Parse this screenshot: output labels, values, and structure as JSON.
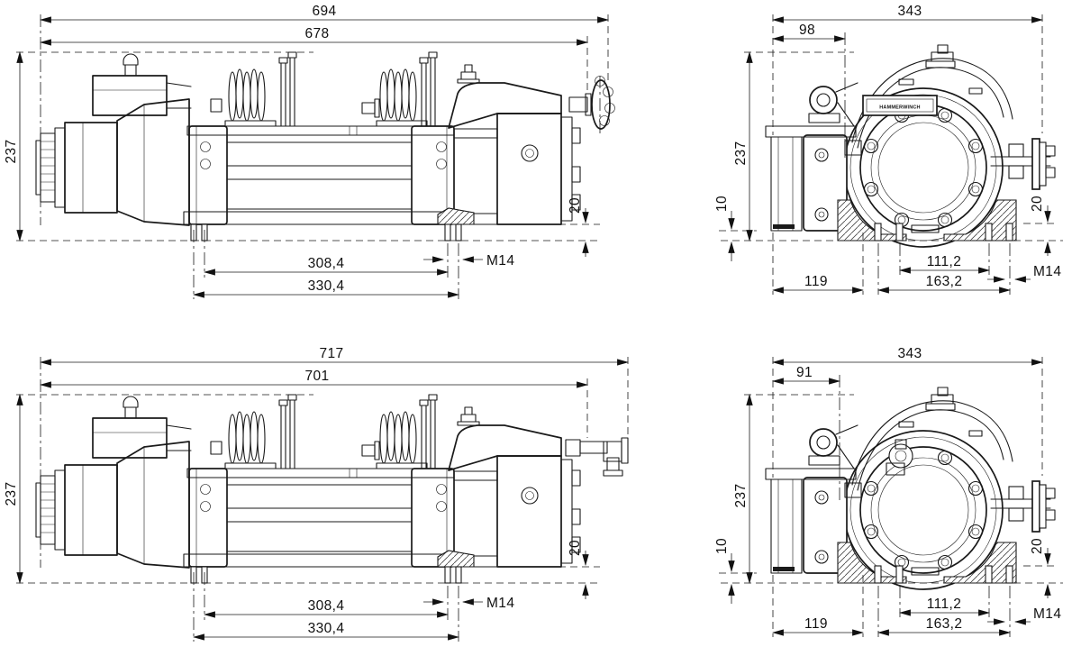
{
  "style": {
    "background": "#ffffff",
    "line_color": "#1a1a1a"
  },
  "views": {
    "side_a": {
      "label": "side-view-manual-clutch",
      "dims": {
        "overall": "694",
        "frame": "678",
        "height": "237",
        "drum_feet_span": "308,4",
        "outer_feet_span": "330,4",
        "stud_thread": "M14",
        "stud_length": "20"
      }
    },
    "end_a": {
      "label": "end-view-manual-clutch",
      "nameplate": "HAMMERWINCH",
      "dims": {
        "overall": "343",
        "motor_offset": "98",
        "height": "237",
        "base_gap": "10",
        "stud_length": "20",
        "feet_span_inner": "111,2",
        "feet_span_outer": "163,2",
        "bracket_width": "119",
        "stud_thread": "M14"
      }
    },
    "side_b": {
      "label": "side-view-air-clutch",
      "dims": {
        "overall": "717",
        "frame": "701",
        "height": "237",
        "drum_feet_span": "308,4",
        "outer_feet_span": "330,4",
        "stud_thread": "M14",
        "stud_length": "20"
      }
    },
    "end_b": {
      "label": "end-view-air-clutch",
      "dims": {
        "overall": "343",
        "motor_offset": "91",
        "height": "237",
        "base_gap": "10",
        "stud_length": "20",
        "feet_span_inner": "111,2",
        "feet_span_outer": "163,2",
        "bracket_width": "119",
        "stud_thread": "M14"
      }
    }
  }
}
